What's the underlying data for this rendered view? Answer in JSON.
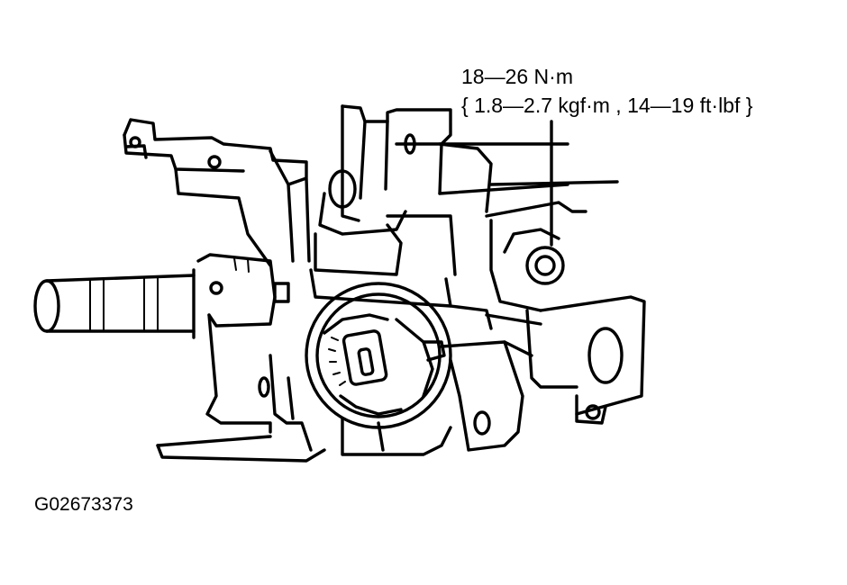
{
  "torque_spec": {
    "line1": "18—26 N·m",
    "line2": "{ 1.8—2.7 kgf·m , 14—19 ft·lbf }"
  },
  "figure_id": "G02673373",
  "part_icon": "steering-column-lock-assembly-drawing",
  "ink_color": "#000000",
  "background_color": "#ffffff"
}
